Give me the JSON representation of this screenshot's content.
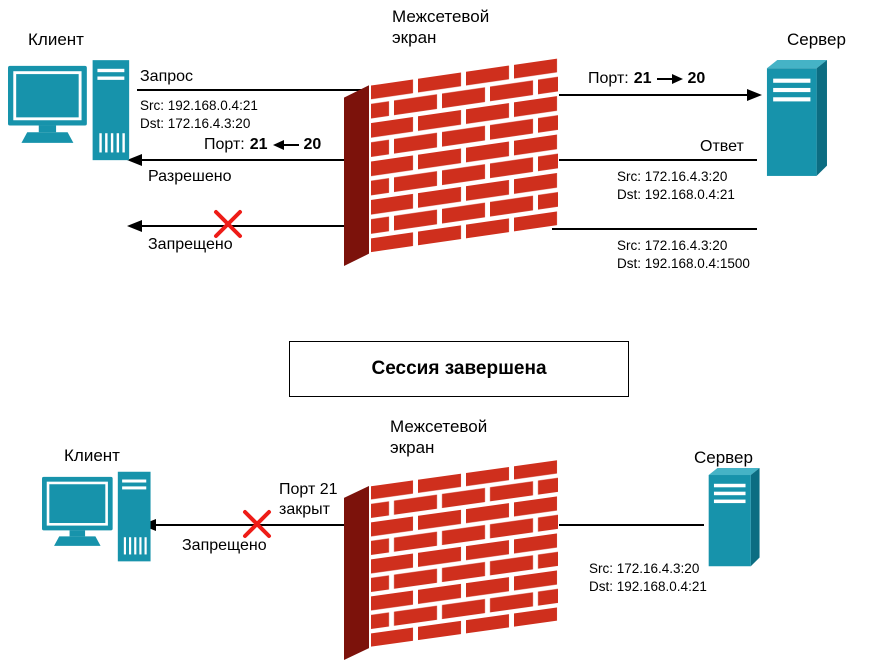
{
  "top": {
    "client_label": "Клиент",
    "firewall_label": {
      "line1": "Межсетевой",
      "line2": "экран"
    },
    "server_label": "Сервер",
    "request_label": "Запрос",
    "request_src": "Src: 192.168.0.4:21",
    "request_dst": "Dst: 172.16.4.3:20",
    "port_forward": {
      "prefix": "Порт:",
      "a": "21",
      "b": "20"
    },
    "port_back": {
      "prefix": "Порт:",
      "a": "21",
      "b": "20"
    },
    "response_label": "Ответ",
    "response_src": "Src: 172.16.4.3:20",
    "response_dst": "Dst: 192.168.0.4:21",
    "allowed_label": "Разрешено",
    "denied_label": "Запрещено",
    "blocked_src": "Src: 172.16.4.3:20",
    "blocked_dst": "Dst: 192.168.0.4:1500"
  },
  "session_box_label": "Сессия завершена",
  "bottom": {
    "client_label": "Клиент",
    "firewall_label": {
      "line1": "Межсетевой",
      "line2": "экран"
    },
    "server_label": "Сервер",
    "port_closed_line1": "Порт 21",
    "port_closed_line2": "закрыт",
    "denied_label": "Запрещено",
    "src": "Src: 172.16.4.3:20",
    "dst": "Dst: 192.168.0.4:21"
  },
  "colors": {
    "device_teal": "#1793ab",
    "device_teal_dark": "#0c6d82",
    "device_teal_light": "#45b3c6",
    "brick_red": "#cf2f1d",
    "brick_side": "#7c120b",
    "cross_red": "#ee1c17"
  }
}
